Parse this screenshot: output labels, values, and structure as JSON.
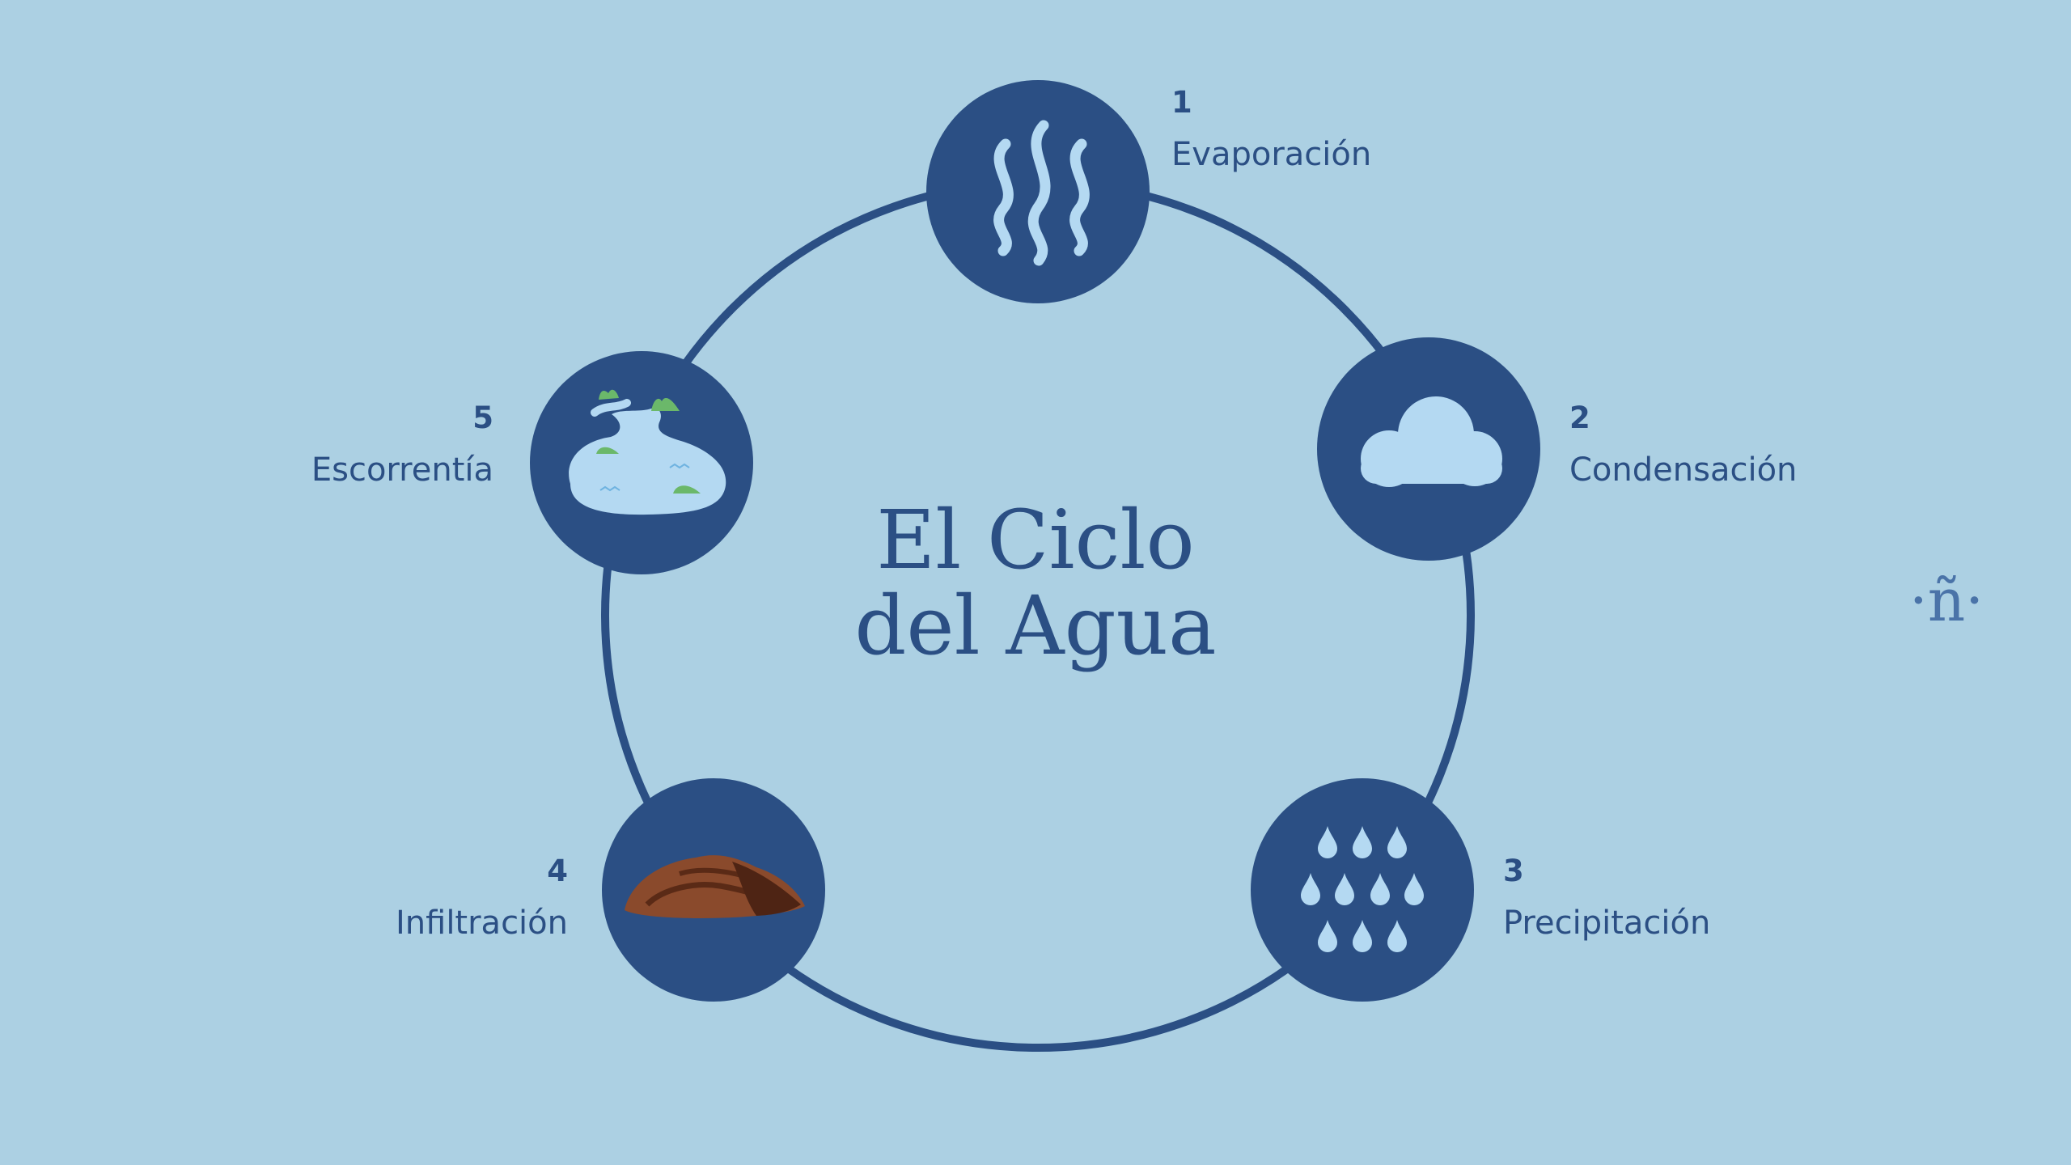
{
  "title": {
    "line1": "El Ciclo",
    "line2": "del Agua"
  },
  "steps": [
    {
      "number": "1",
      "name": "Evaporación",
      "icon": "steam-icon"
    },
    {
      "number": "2",
      "name": "Condensación",
      "icon": "cloud-icon"
    },
    {
      "number": "3",
      "name": "Precipitación",
      "icon": "raindrops-icon"
    },
    {
      "number": "4",
      "name": "Infiltración",
      "icon": "soil-icon"
    },
    {
      "number": "5",
      "name": "Escorrentía",
      "icon": "river-icon"
    }
  ],
  "logo": "·ñ·",
  "colors": {
    "background": "#acd0e3",
    "primary": "#2b4f84",
    "icon_light": "#b4d9f2",
    "leaf_green": "#6bb86a",
    "soil_brown": "#8a4a2c"
  }
}
